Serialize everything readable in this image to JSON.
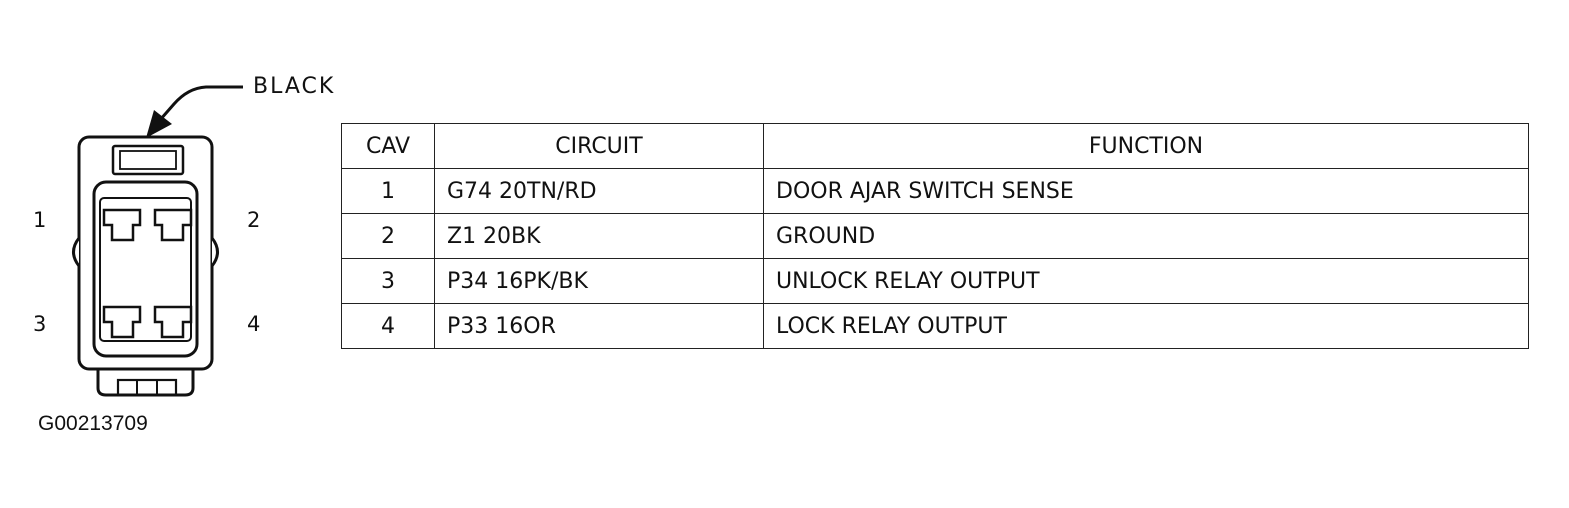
{
  "connector": {
    "color_label": "BLACK",
    "pins": [
      "1",
      "2",
      "3",
      "4"
    ],
    "figure_id": "G00213709"
  },
  "table": {
    "headers": {
      "cav": "CAV",
      "circuit": "CIRCUIT",
      "function": "FUNCTION"
    },
    "rows": [
      {
        "cav": "1",
        "circuit": "G74 20TN/RD",
        "function": "DOOR AJAR SWITCH SENSE"
      },
      {
        "cav": "2",
        "circuit": "Z1 20BK",
        "function": "GROUND"
      },
      {
        "cav": "3",
        "circuit": "P34 16PK/BK",
        "function": "UNLOCK RELAY OUTPUT"
      },
      {
        "cav": "4",
        "circuit": "P33 16OR",
        "function": "LOCK RELAY OUTPUT"
      }
    ]
  }
}
